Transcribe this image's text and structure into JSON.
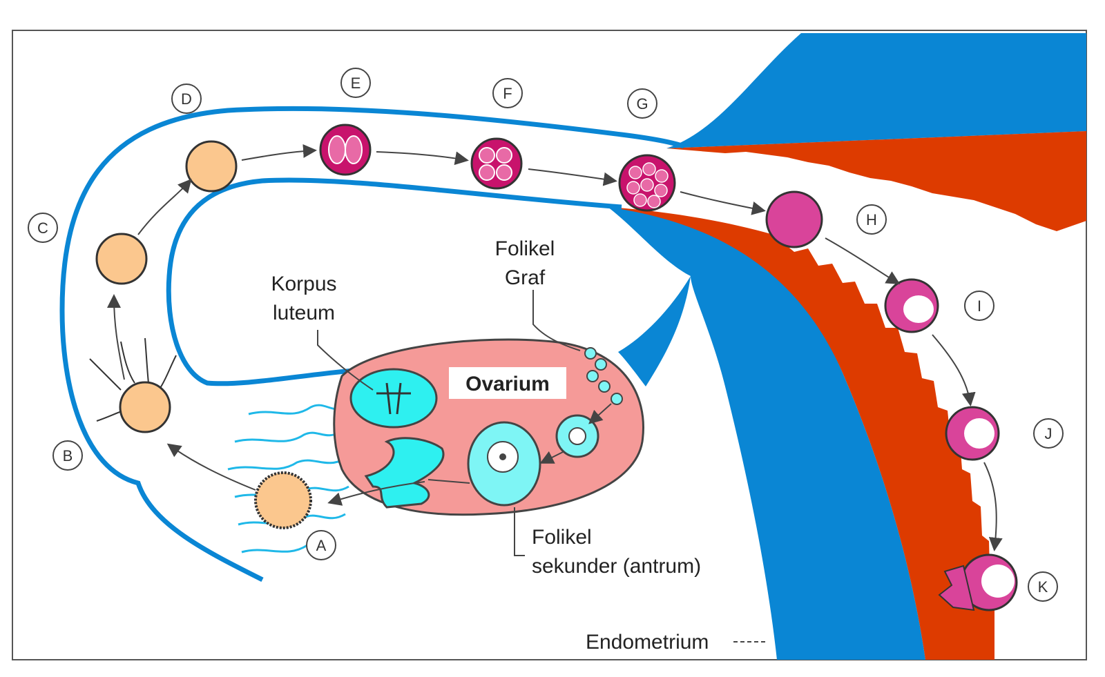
{
  "labels": {
    "korpus_luteum_line1": "Korpus",
    "korpus_luteum_line2": "luteum",
    "folikel_graf_line1": "Folikel",
    "folikel_graf_line2": "Graf",
    "ovarium": "Ovarium",
    "folikel_sekunder_line1": "Folikel",
    "folikel_sekunder_line2": "sekunder (antrum)",
    "endometrium": "Endometrium"
  },
  "stages": [
    "A",
    "B",
    "C",
    "D",
    "E",
    "F",
    "G",
    "H",
    "I",
    "J",
    "K"
  ],
  "colors": {
    "tube_blue": "#0a86d4",
    "uterus_red": "#dd3b00",
    "ovary_pink": "#f59a98",
    "follicle_cyan": "#2ef0f0",
    "zygote_orange": "#fbc78e",
    "embryo_magenta": "#c8136c",
    "outline": "#444444"
  }
}
